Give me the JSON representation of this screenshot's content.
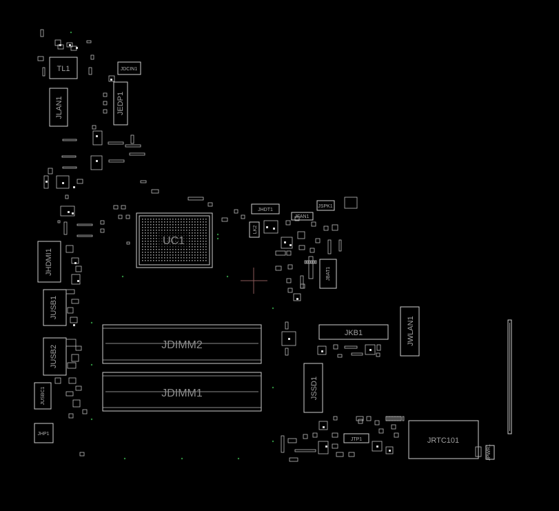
{
  "diagram": {
    "background": "#000000",
    "outline_color": "#cfcfcf",
    "label_color": "#9a9a9a",
    "cursor_color": "#8b5a5a",
    "labels": {
      "tl1": "TL1",
      "jdcin1": "JDCIN1",
      "jlan1": "JLAN1",
      "jedp1": "JEDP1",
      "uc1": "UC1",
      "jhdt1": "JHDT1",
      "jspk1": "JSPK1",
      "jfan1": "JFAN1",
      "lk2": "LK2",
      "jbat1": "JBAT1",
      "jhdmi1": "JHDMI1",
      "jusb1": "JUSB1",
      "jusb2": "JUSB2",
      "jusbc1": "JUSBC1",
      "jhp1": "JHP1",
      "jdimm2": "JDIMM2",
      "jdimm1": "JDIMM1",
      "jkb1": "JKB1",
      "jwlan1": "JWLAN1",
      "jssd1": "JSSD1",
      "jtp1": "JTP1",
      "jrtc101": "JRTC101",
      "jpwr1": "JPWR1"
    }
  }
}
